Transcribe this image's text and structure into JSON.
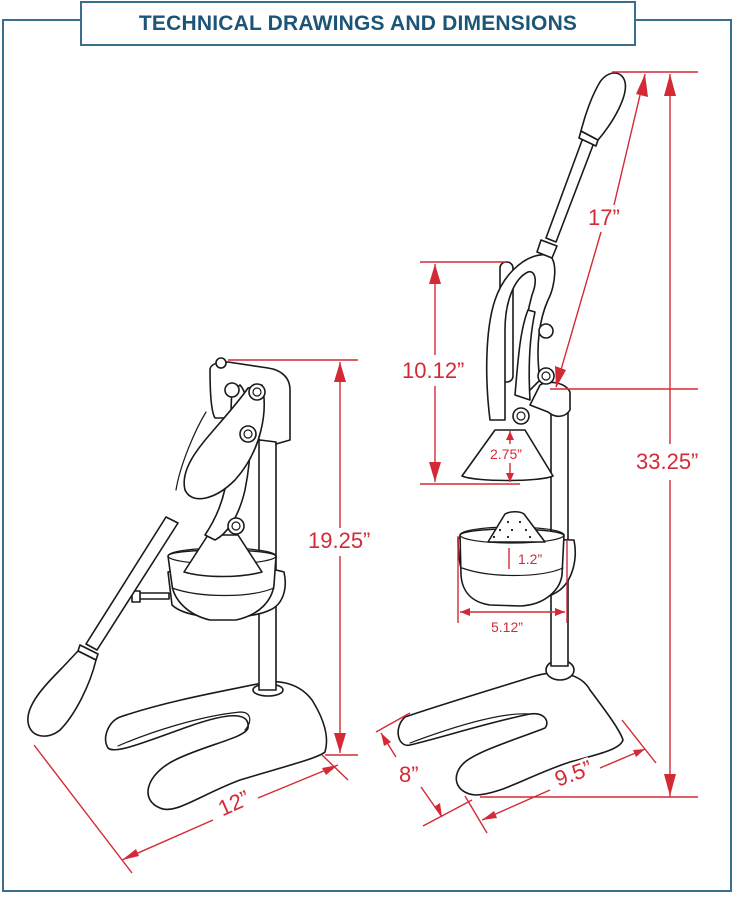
{
  "header": {
    "title": "TECHNICAL DRAWINGS AND DIMENSIONS"
  },
  "colors": {
    "frame_border": "#3b6e8c",
    "title_text": "#1d5577",
    "dimension_lines": "#d42a36",
    "drawing_ink": "#1a1a1a",
    "background": "#ffffff"
  },
  "left_view": {
    "description": "Citrus juicer, handle lowered",
    "dimensions": {
      "height": "19.25”",
      "base_length": "12”"
    }
  },
  "right_view": {
    "description": "Citrus juicer, handle raised",
    "dimensions": {
      "overall_height": "33.25”",
      "handle_length": "17”",
      "head_height": "10.12”",
      "press_cone_height": "2.75”",
      "reamer_height": "1.2”",
      "cup_diameter": "5.12”",
      "base_width": "8”",
      "base_length": "9.5”"
    }
  }
}
